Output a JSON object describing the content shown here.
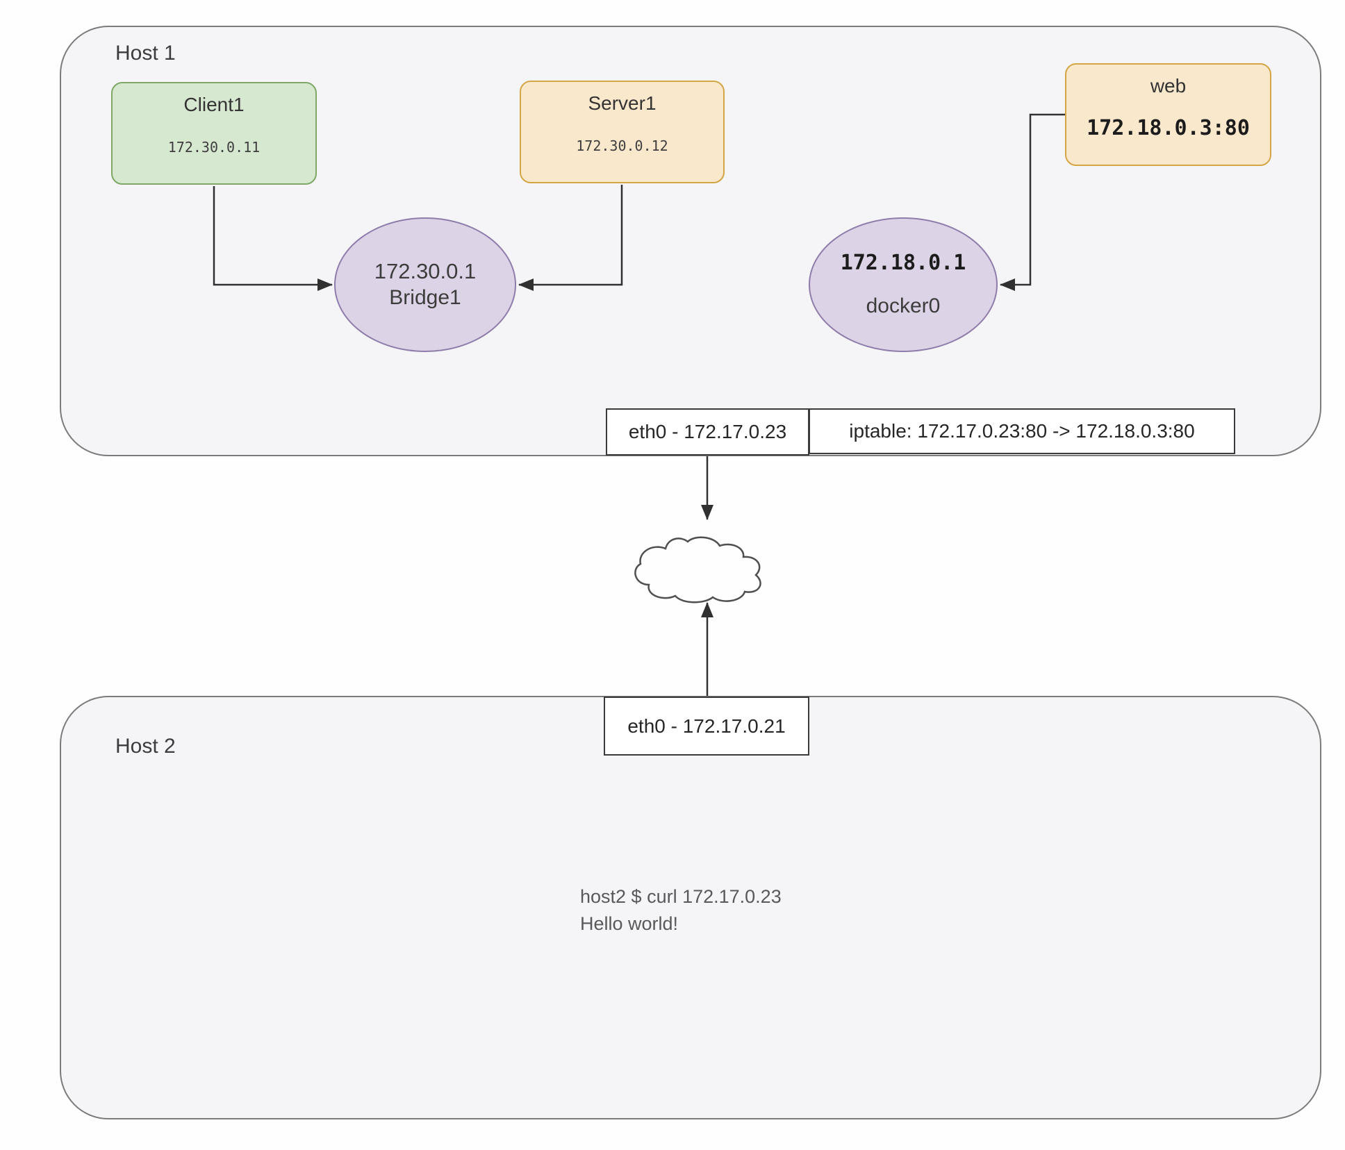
{
  "host1": {
    "label": "Host 1",
    "client1": {
      "title": "Client1",
      "ip": "172.30.0.11"
    },
    "server1": {
      "title": "Server1",
      "ip": "172.30.0.12"
    },
    "web": {
      "title": "web",
      "ip": "172.18.0.3:80"
    },
    "bridge1": {
      "ip": "172.30.0.1",
      "name": "Bridge1"
    },
    "docker0": {
      "ip": "172.18.0.1",
      "name": "docker0"
    },
    "eth0_label": "eth0 - 172.17.0.23",
    "iptable_label": "iptable: 172.17.0.23:80 -> 172.18.0.3:80"
  },
  "host2": {
    "label": "Host 2",
    "eth0_label": "eth0 - 172.17.0.21",
    "terminal": {
      "line1": "host2 $ curl 172.17.0.23",
      "line2": "Hello world!"
    }
  },
  "colors": {
    "line": "#303030",
    "host-fill": "#f5f4f7",
    "host-border": "#7b7b7b",
    "green-fill": "#d7e8d1",
    "green-border": "#7ea864",
    "orange-fill": "#fae8cc",
    "orange-border": "#d4a545",
    "purple-fill": "#ddd3e6",
    "purple-border": "#8e7cab",
    "plain-box-border": "#3a3a3a",
    "title-text": "#333333",
    "mono-text": "#3d3d3d",
    "bold-mono-text": "#1c1c1c",
    "label-text": "#3c3c3c",
    "terminal-text": "#595959",
    "cloud-stroke": "#4f4f4f",
    "page-bg": "#fefefe"
  }
}
